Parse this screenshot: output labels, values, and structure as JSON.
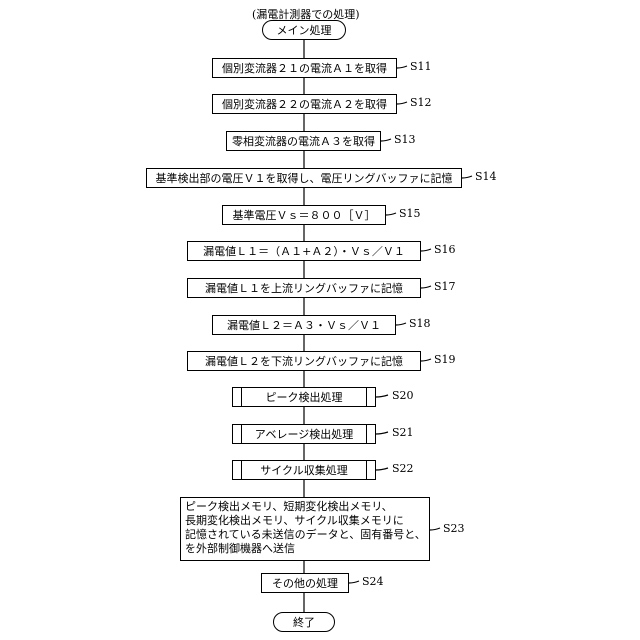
{
  "header": "(漏電計測器での処理)",
  "start": "メイン処理",
  "end": "終了",
  "steps": [
    {
      "label": "S11",
      "text": "個別変流器２１の電流Ａ１を取得"
    },
    {
      "label": "S12",
      "text": "個別変流器２２の電流Ａ２を取得"
    },
    {
      "label": "S13",
      "text": "零相変流器の電流Ａ３を取得"
    },
    {
      "label": "S14",
      "text": "基準検出部の電圧Ｖ１を取得し、電圧リングバッファに記憶"
    },
    {
      "label": "S15",
      "text": "基準電圧Ｖｓ＝８００［Ｖ］"
    },
    {
      "label": "S16",
      "text": "漏電値Ｌ１＝（Ａ１+Ａ２）・Ｖｓ／Ｖ１"
    },
    {
      "label": "S17",
      "text": "漏電値Ｌ１を上流リングバッファに記憶"
    },
    {
      "label": "S18",
      "text": "漏電値Ｌ２＝Ａ３・Ｖｓ／Ｖ１"
    },
    {
      "label": "S19",
      "text": "漏電値Ｌ２を下流リングバッファに記憶"
    },
    {
      "label": "S20",
      "text": "ピーク検出処理"
    },
    {
      "label": "S21",
      "text": "アベレージ検出処理"
    },
    {
      "label": "S22",
      "text": "サイクル収集処理"
    },
    {
      "label": "S23",
      "lines": [
        "ピーク検出メモリ、短期変化検出メモリ、",
        "長期変化検出メモリ、サイクル収集メモリに",
        "記憶されている未送信のデータと、固有番号と、",
        "を外部制御機器へ送信"
      ]
    },
    {
      "label": "S24",
      "text": "その他の処理"
    }
  ]
}
